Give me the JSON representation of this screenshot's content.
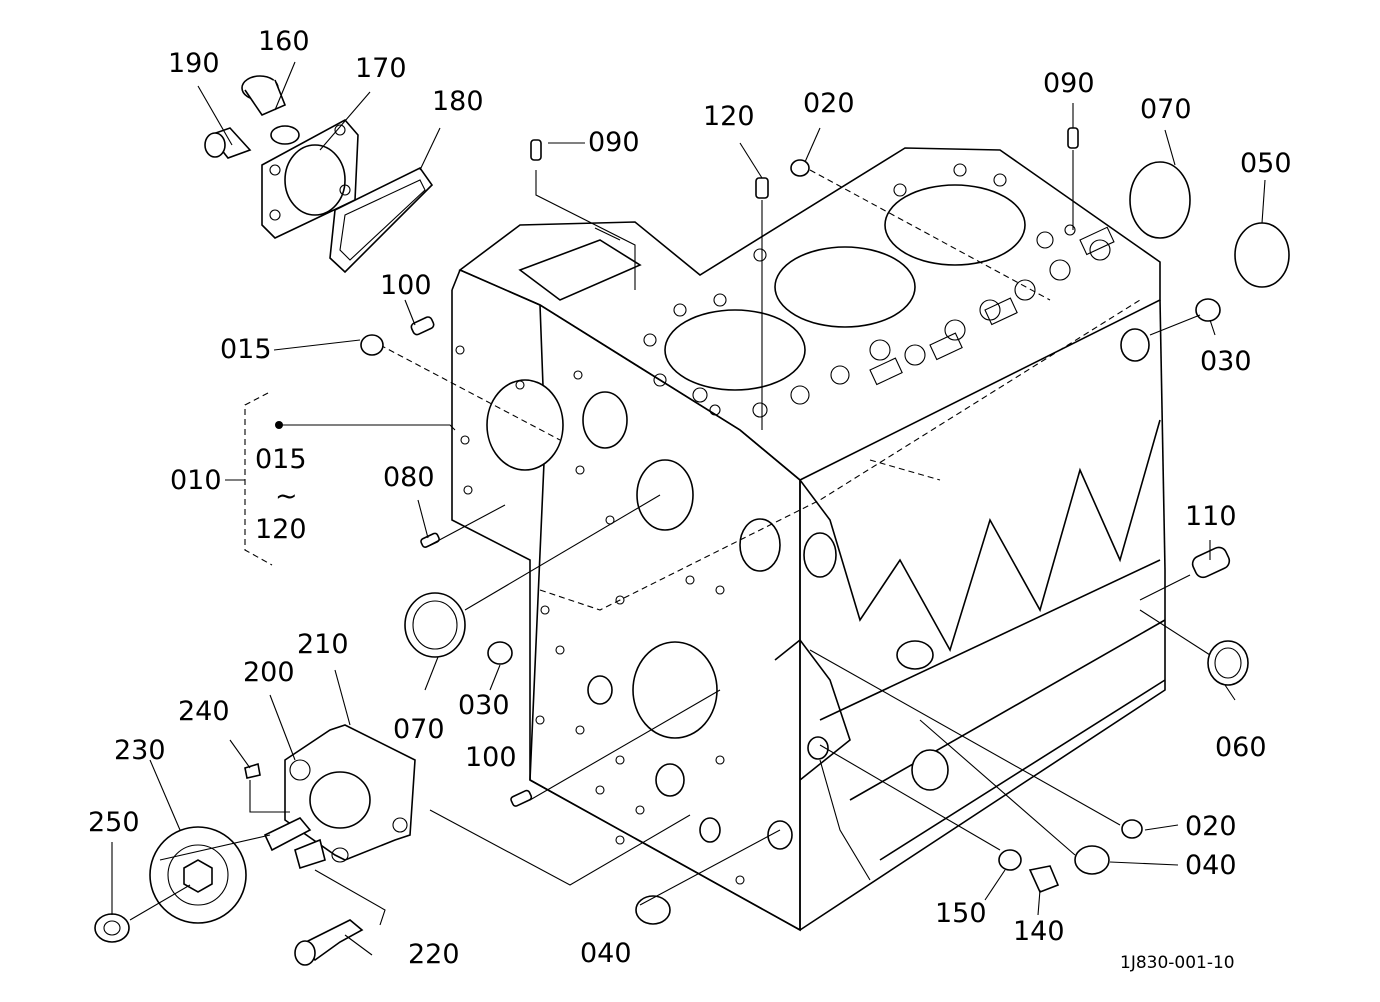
{
  "drawing_code": "1J830-001-10",
  "callouts": {
    "c190": "190",
    "c160": "160",
    "c170": "170",
    "c180": "180",
    "c090a": "090",
    "c120a": "120",
    "c020a": "020",
    "c090b": "090",
    "c070a": "070",
    "c050": "050",
    "c100a": "100",
    "c015a": "015",
    "c030a": "030",
    "c010": "010",
    "c015b": "015",
    "c120b": "120",
    "c080": "080",
    "c110": "110",
    "c070b": "070",
    "c030b": "030",
    "c210": "210",
    "c200": "200",
    "c240": "240",
    "c230": "230",
    "c250": "250",
    "c100b": "100",
    "c060": "060",
    "c020b": "020",
    "c040a": "040",
    "c150": "150",
    "c140": "140",
    "c040b": "040",
    "c220": "220"
  },
  "range_mark": "~"
}
